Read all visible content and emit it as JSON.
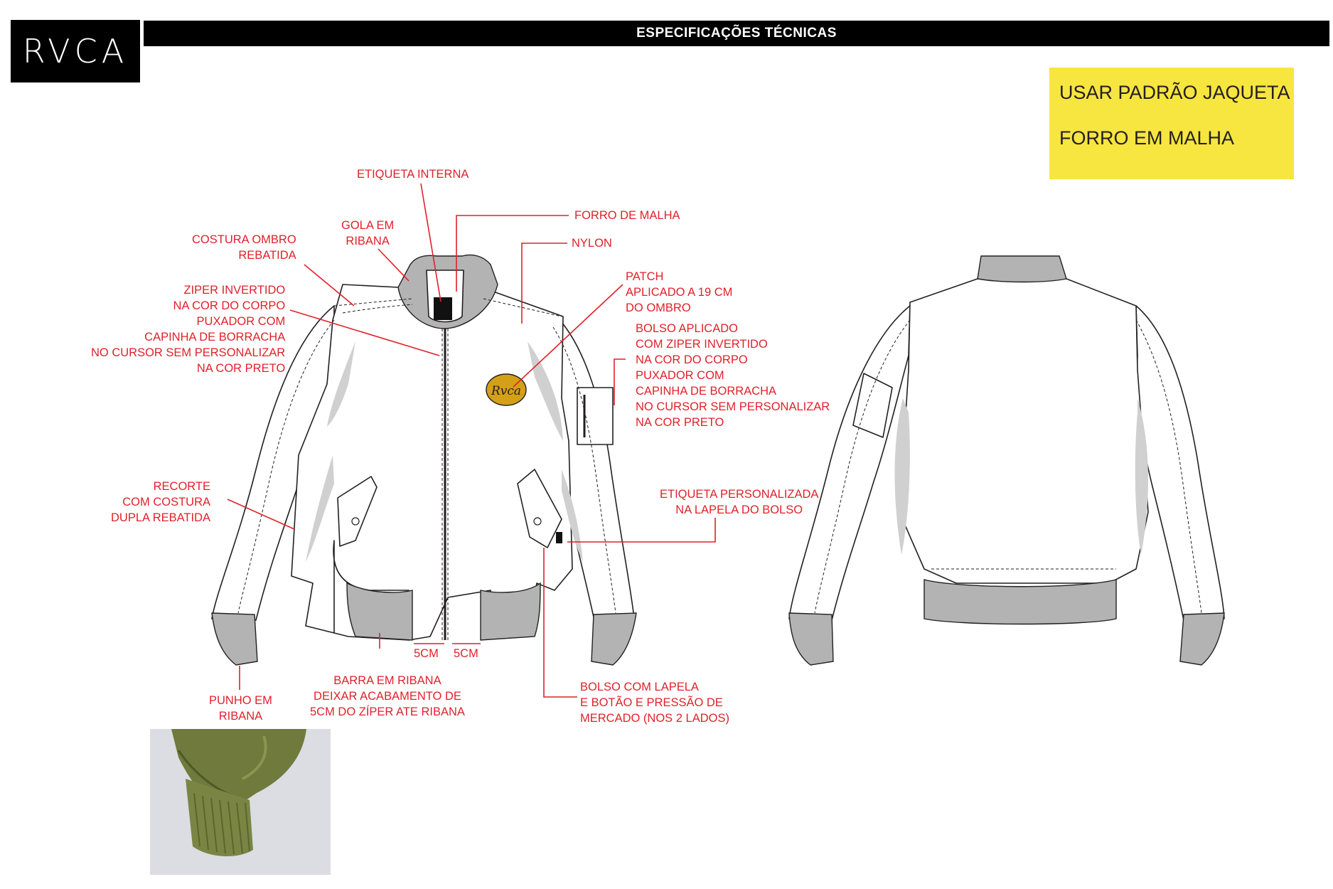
{
  "brand": {
    "logo_text": "RVCA"
  },
  "header": {
    "title": "ESPECIFICAÇÕES TÉCNICAS"
  },
  "note": {
    "line1": "USAR PADRÃO JAQUETA",
    "line2": "FORRO EM MALHA"
  },
  "callouts": {
    "etiqueta_interna": "ETIQUETA INTERNA",
    "forro_malha": "FORRO DE MALHA",
    "gola": "GOLA EM\nRIBANA",
    "costura_ombro": "COSTURA OMBRO\nREBATIDA",
    "nylon": "NYLON",
    "patch": "PATCH\nAPLICADO A 19 CM\nDO OMBRO",
    "ziper": "ZIPER INVERTIDO\nNA COR DO CORPO\nPUXADOR COM\nCAPINHA DE BORRACHA\nNO CURSOR SEM PERSONALIZAR\nNA COR PRETO",
    "bolso_aplicado": "BOLSO APLICADO\nCOM ZIPER INVERTIDO\nNA COR DO CORPO\nPUXADOR COM\nCAPINHA DE BORRACHA\nNO CURSOR SEM PERSONALIZAR\nNA COR PRETO",
    "recorte": "RECORTE\nCOM COSTURA\nDUPLA REBATIDA",
    "etiqueta_personalizada": "ETIQUETA PERSONALIZADA\nNA LAPELA DO BOLSO",
    "dim_left": "5CM",
    "dim_right": "5CM",
    "punho": "PUNHO EM\nRIBANA",
    "barra": "BARRA EM RIBANA\nDEIXAR ACABAMENTO DE\n5CM DO ZÍPER ATE RIBANA",
    "bolso_lapela": "BOLSO COM LAPELA\nE BOTÃO E PRESSÃO DE\nMERCADO (NOS 2 LADOS)"
  },
  "patch": {
    "text": "Rvca"
  },
  "colors": {
    "callout": "#e0212a",
    "note_bg": "#f7e540",
    "rib": "#b3b3b3",
    "shadow": "#d0d0d0",
    "patch": "#d4a017"
  }
}
